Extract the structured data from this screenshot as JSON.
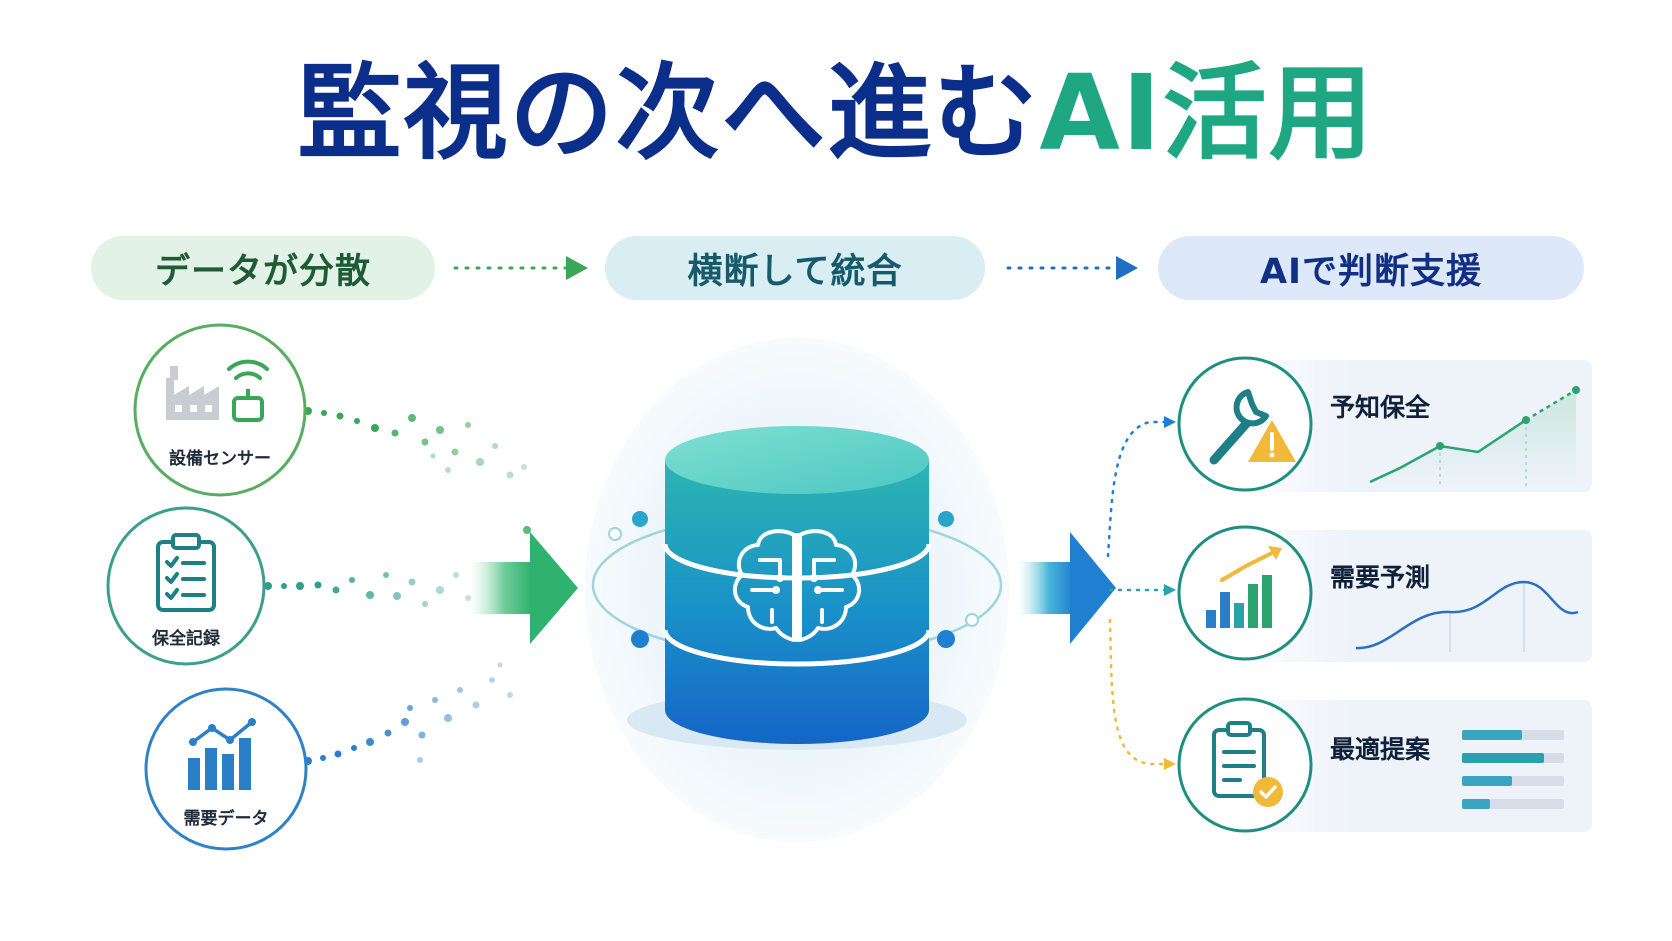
{
  "title": {
    "part1": "監視の次へ進む",
    "part2": "AI活用"
  },
  "steps": {
    "step1": "データが分散",
    "step2": "横断して統合",
    "step3": "AIで判断支援"
  },
  "sources": [
    {
      "label": "設備センサー",
      "icon": "factory-sensor-icon"
    },
    {
      "label": "保全記録",
      "icon": "clipboard-checklist-icon"
    },
    {
      "label": "需要データ",
      "icon": "bar-line-chart-icon"
    }
  ],
  "hub": {
    "icon": "database-ai-brain-icon"
  },
  "outputs": [
    {
      "label": "予知保全",
      "icon": "wrench-warning-icon"
    },
    {
      "label": "需要予測",
      "icon": "rising-bar-chart-icon"
    },
    {
      "label": "最適提案",
      "icon": "clipboard-check-icon"
    }
  ],
  "colors": {
    "navy": "#0b2e8a",
    "teal_green": "#1ea782",
    "green": "#3aa657",
    "teal": "#1c9ca8",
    "blue": "#1f6fc4",
    "amber": "#f1b93a"
  }
}
